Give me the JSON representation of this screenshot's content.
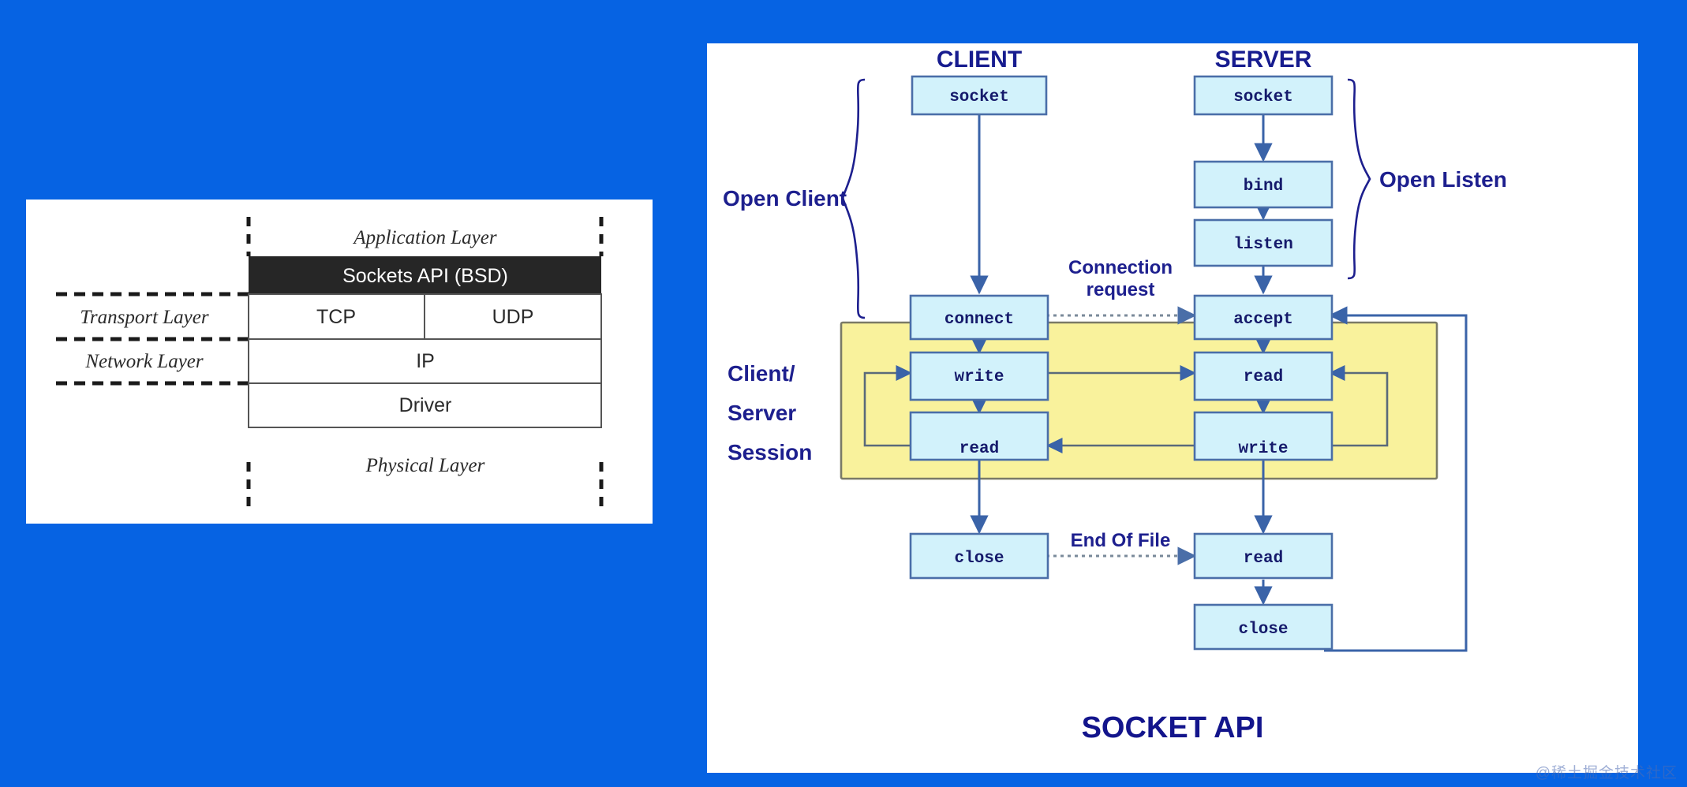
{
  "background_color": "#0663e3",
  "left_panel": {
    "name": "tcp-ip-stack-diagram",
    "rows": {
      "application_layer": "Application Layer",
      "sockets_api": "Sockets API (BSD)",
      "tcp": "TCP",
      "udp": "UDP",
      "ip": "IP",
      "driver": "Driver",
      "physical_layer": "Physical Layer"
    },
    "side_labels": {
      "transport_layer": "Transport Layer",
      "network_layer": "Network Layer"
    },
    "colors": {
      "sockets_api_bg": "#262626",
      "sockets_api_fg": "#ffffff",
      "panel_bg": "#ffffff"
    }
  },
  "right_panel": {
    "name": "socket-api-flow-diagram",
    "title": "SOCKET API",
    "columns": {
      "client": "CLIENT",
      "server": "SERVER"
    },
    "annotations": {
      "open_client": "Open Client",
      "open_listen": "Open Listen",
      "connection_request_line1": "Connection",
      "connection_request_line2": "request",
      "session_line1": "Client/",
      "session_line2": "Server",
      "session_line3": "Session",
      "end_of_file": "End Of File"
    },
    "client_nodes": [
      {
        "id": "client-socket",
        "label": "socket"
      },
      {
        "id": "client-connect",
        "label": "connect"
      },
      {
        "id": "client-write",
        "label": "write"
      },
      {
        "id": "client-read",
        "label": "read"
      },
      {
        "id": "client-close",
        "label": "close"
      }
    ],
    "server_nodes": [
      {
        "id": "server-socket",
        "label": "socket"
      },
      {
        "id": "server-bind",
        "label": "bind"
      },
      {
        "id": "server-listen",
        "label": "listen"
      },
      {
        "id": "server-accept",
        "label": "accept"
      },
      {
        "id": "server-read1",
        "label": "read"
      },
      {
        "id": "server-write",
        "label": "write"
      },
      {
        "id": "server-read2",
        "label": "read"
      },
      {
        "id": "server-close",
        "label": "close"
      }
    ],
    "colors": {
      "node_fill": "#d2f2fb",
      "node_stroke": "#4a6ea8",
      "session_fill": "#f9f29c",
      "text": "#151a6b",
      "accent": "#1d1f8e"
    }
  },
  "watermark": {
    "text": "@稀土掘金技术社区"
  }
}
